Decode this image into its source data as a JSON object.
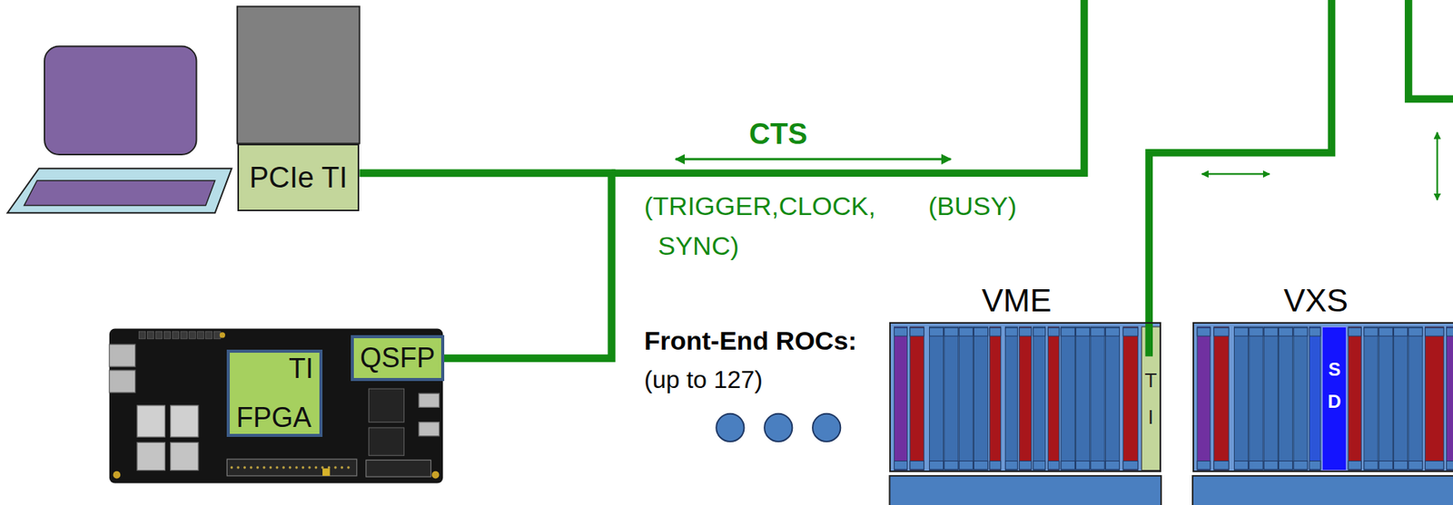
{
  "diagram": {
    "nodes": [
      {
        "text": [
          "PCIe TI"
        ]
      },
      {
        "text": [
          "TI",
          "FPGA"
        ]
      },
      {
        "text": [
          "QSFP"
        ]
      },
      {
        "text": [
          "VME"
        ]
      },
      {
        "text": [
          "T I"
        ],
        "in": 3
      },
      {
        "text": [
          "VXS"
        ]
      },
      {
        "text": [
          "S D"
        ],
        "in": 5
      }
    ],
    "edges": [
      {
        "from": 0,
        "to": 2,
        "arrow": "none"
      }
    ],
    "labels": [
      "CTS",
      "(TRIGGER,CLOCK, SYNC)",
      "(BUSY)",
      "Front-End ROCs:",
      "(up to 127)"
    ]
  }
}
